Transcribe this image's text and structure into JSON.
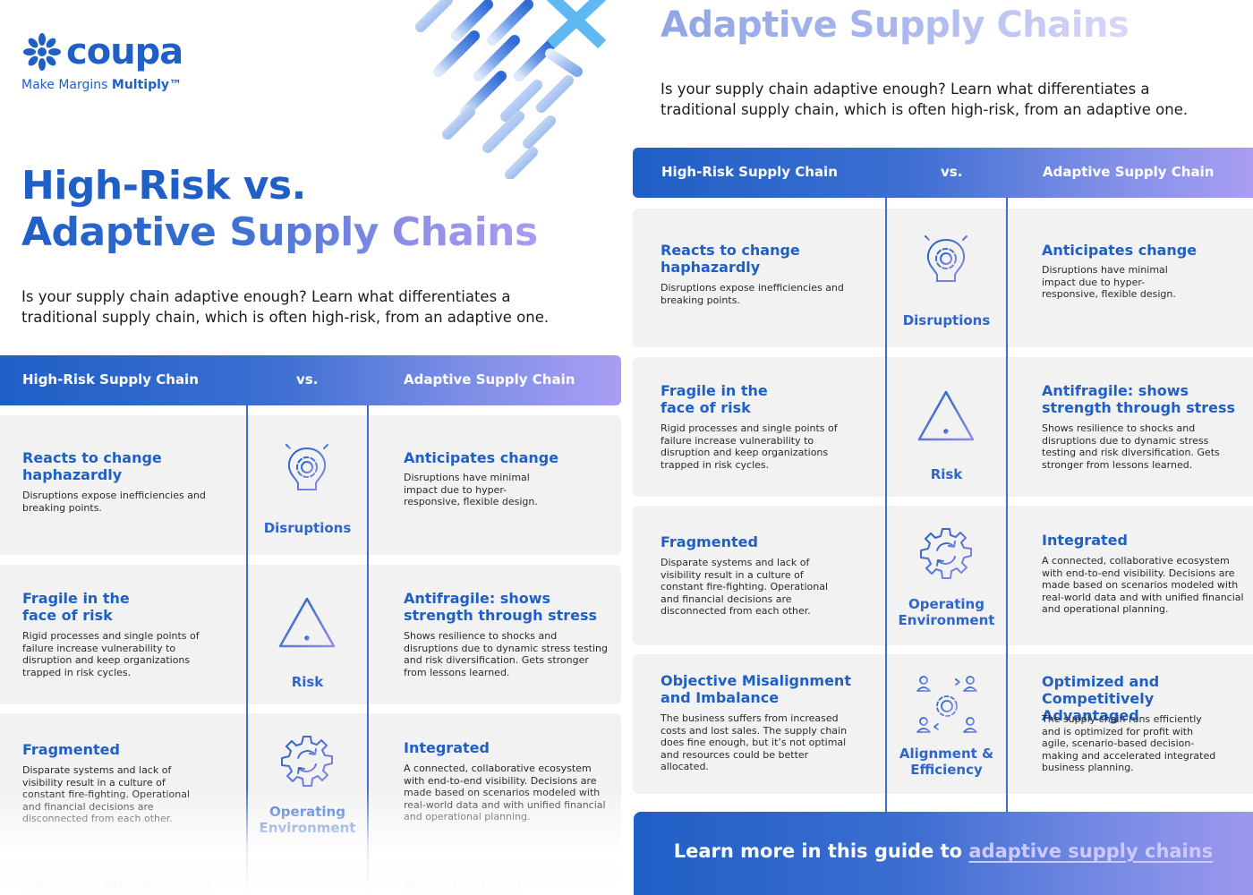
{
  "brand": {
    "logo_text": "coupa",
    "tagline_prefix": "Make Margins ",
    "tagline_bold": "Multiply™"
  },
  "hero": {
    "title_line1": "High-Risk vs.",
    "title_line2": "Adaptive Supply Chains",
    "intro_line1": "Is your supply chain adaptive enough? Learn what differentiates a",
    "intro_line2": "traditional supply chain, which is often high-risk, from an adaptive one."
  },
  "second_page": {
    "title": "Adaptive Supply Chains",
    "intro_line1": "Is your supply chain adaptive enough? Learn what differentiates a",
    "intro_line2": "traditional supply chain, which is often high-risk, from an adaptive one."
  },
  "table_header": {
    "left": "High-Risk Supply Chain",
    "mid": "vs.",
    "right": "Adaptive Supply Chain"
  },
  "rows": [
    {
      "icon": "lightbulb-gear-icon",
      "label_line1": "Disruptions",
      "label_line2": "",
      "left_title_line1": "Reacts to change",
      "left_title_line2": "haphazardly",
      "left_text": "Disruptions expose inefficiencies and breaking points.",
      "right_title_line1": "Anticipates change",
      "right_title_line2": "",
      "right_text": "Disruptions have minimal impact due to hyper-responsive, flexible design."
    },
    {
      "icon": "warning-triangle-icon",
      "label_line1": "Risk",
      "label_line2": "",
      "left_title_line1": "Fragile in the",
      "left_title_line2": "face of risk",
      "left_text": "Rigid processes and single points of failure increase vulnerability to disruption and keep organizations trapped in risk cycles.",
      "right_title_line1": "Antifragile: shows",
      "right_title_line2": "strength through stress",
      "right_text": "Shows resilience to shocks and disruptions due to dynamic stress testing and risk diversification. Gets stronger from lessons learned."
    },
    {
      "icon": "gear-cycle-icon",
      "label_line1": "Operating",
      "label_line2": "Environment",
      "left_title_line1": "Fragmented",
      "left_title_line2": "",
      "left_text": "Disparate systems and lack of visibility result in a culture of constant fire-fighting. Operational and financial decisions are disconnected from each other.",
      "right_title_line1": "Integrated",
      "right_title_line2": "",
      "right_text": "A connected, collaborative ecosystem with end-to-end visibility. Decisions are made based on scenarios modeled with real-world data and with unified financial and operational planning."
    },
    {
      "icon": "people-network-icon",
      "label_line1": "Alignment &",
      "label_line2": "Efficiency",
      "left_title_line1": "Objective Misalignment",
      "left_title_line2": "and Imbalance",
      "left_text": "The business suffers from increased costs and lost sales. The supply chain does fine enough, but it’s not optimal and resources could be better allocated.",
      "right_title_line1": "Optimized and",
      "right_title_line2": "Competitively Advantaged",
      "right_text": "The supply chain runs efficiently and is optimized for profit with agile, scenario-based decision-making and accelerated integrated business planning."
    }
  ],
  "cta": {
    "prefix": "Learn more in this guide to ",
    "link": "adaptive supply chains"
  },
  "colors": {
    "brand_blue": "#1f5fc6",
    "accent_purple": "#a99ef3",
    "row_bg": "#f2f2f2"
  }
}
